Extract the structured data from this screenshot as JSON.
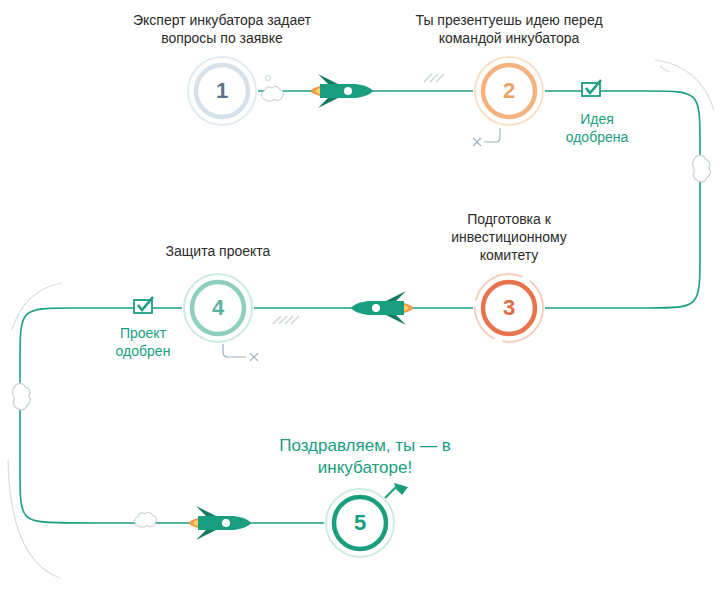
{
  "diagram": {
    "nodes": [
      {
        "text": [
          "1",
          "Эксперт инкубатора задает вопросы по заявке"
        ]
      },
      {
        "text": [
          "2",
          "Ты презентуешь идею перед командой инкубатора"
        ]
      },
      {
        "text": [
          "3",
          "Подготовка к инвестиционному комитету"
        ]
      },
      {
        "text": [
          "4",
          "Защита проекта"
        ]
      },
      {
        "text": [
          "5",
          "Поздравляем, ты — в инкубаторе!"
        ]
      }
    ],
    "edges": [
      {
        "from": 0,
        "to": 1,
        "arrow": "none"
      },
      {
        "from": 1,
        "to": 2,
        "label": "Идея одобрена",
        "arrow": "none"
      },
      {
        "from": 2,
        "to": 3,
        "label": "Проект одобрен",
        "arrow": "none"
      },
      {
        "from": 3,
        "to": 4,
        "arrow": "none"
      }
    ]
  }
}
